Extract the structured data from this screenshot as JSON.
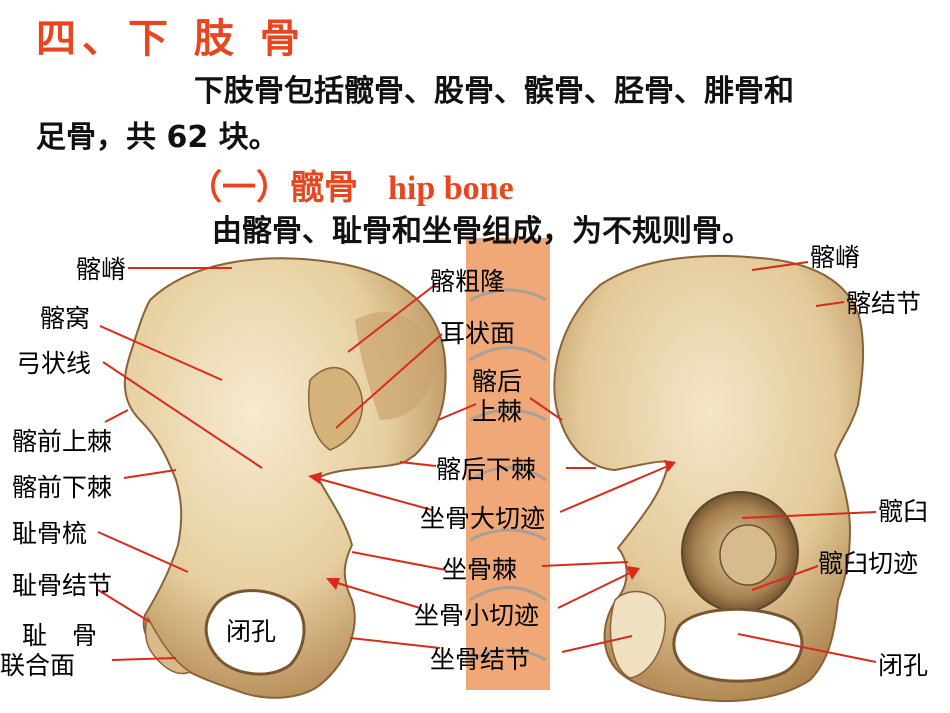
{
  "title": "四、下 肢 骨",
  "intro": {
    "line1": "下肢骨包括髋骨、股骨、髌骨、胫骨、腓骨和",
    "line2": "足骨，共 62 块。"
  },
  "section": {
    "heading_cn": "（一）髋骨",
    "heading_en": "hip bone",
    "desc": "由髂骨、耻骨和坐骨组成，为不规则骨。"
  },
  "labels": {
    "left": {
      "iliac_crest": "髂嵴",
      "iliac_fossa": "髂窝",
      "arcuate_line": "弓状线",
      "asis": "髂前上棘",
      "aiis": "髂前下棘",
      "pecten": "耻骨梳",
      "pubic_tubercle": "耻骨结节",
      "symphysis_1": "耻　骨",
      "symphysis_2": "联合面",
      "obturator": "闭孔"
    },
    "center": {
      "iliac_tuberosity": "髂粗隆",
      "auricular": "耳状面",
      "psis_1": "髂后",
      "psis_2": "上棘",
      "pi_spine": "髂后下棘",
      "greater_notch": "坐骨大切迹",
      "ischial_spine": "坐骨棘",
      "lesser_notch": "坐骨小切迹",
      "ischial_tuber": "坐骨结节"
    },
    "right": {
      "iliac_crest": "髂嵴",
      "iliac_tubercle": "髂结节",
      "acetabulum": "髋臼",
      "acetabular_notch": "髋臼切迹",
      "obturator": "闭孔"
    }
  },
  "colors": {
    "title": "#e8461e",
    "bone": "#e9d6ab",
    "bone_shade": "#b48a55",
    "leader": "#d92a1a",
    "strip": "#f0a878"
  }
}
